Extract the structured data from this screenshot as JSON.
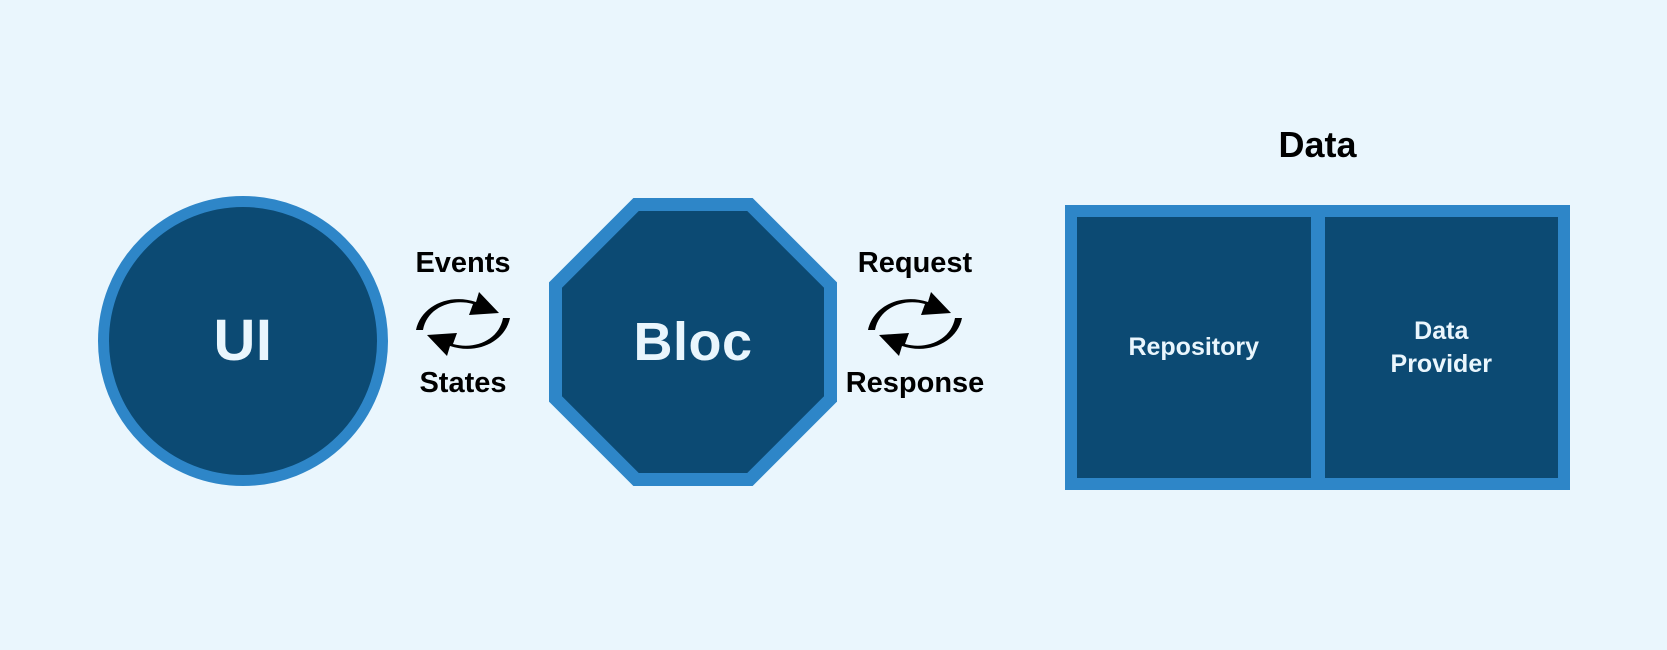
{
  "diagram": {
    "background_color": "#eaf6fd",
    "accent_light": "#2e86c8",
    "accent_dark": "#0c4a73",
    "text_on_dark": "#eaf6fd",
    "text_dark": "#000000",
    "nodes": {
      "ui": {
        "label": "UI",
        "shape": "circle"
      },
      "bloc": {
        "label": "Bloc",
        "shape": "octagon"
      }
    },
    "exchanges": [
      {
        "id": "ui-bloc",
        "top_label": "Events",
        "bottom_label": "States",
        "icon": "cycle-arrows-icon"
      },
      {
        "id": "bloc-data",
        "top_label": "Request",
        "bottom_label": "Response",
        "icon": "cycle-arrows-icon"
      }
    ],
    "data_group": {
      "title": "Data",
      "cells": [
        {
          "label": "Repository"
        },
        {
          "label": "Data\nProvider"
        }
      ]
    }
  }
}
